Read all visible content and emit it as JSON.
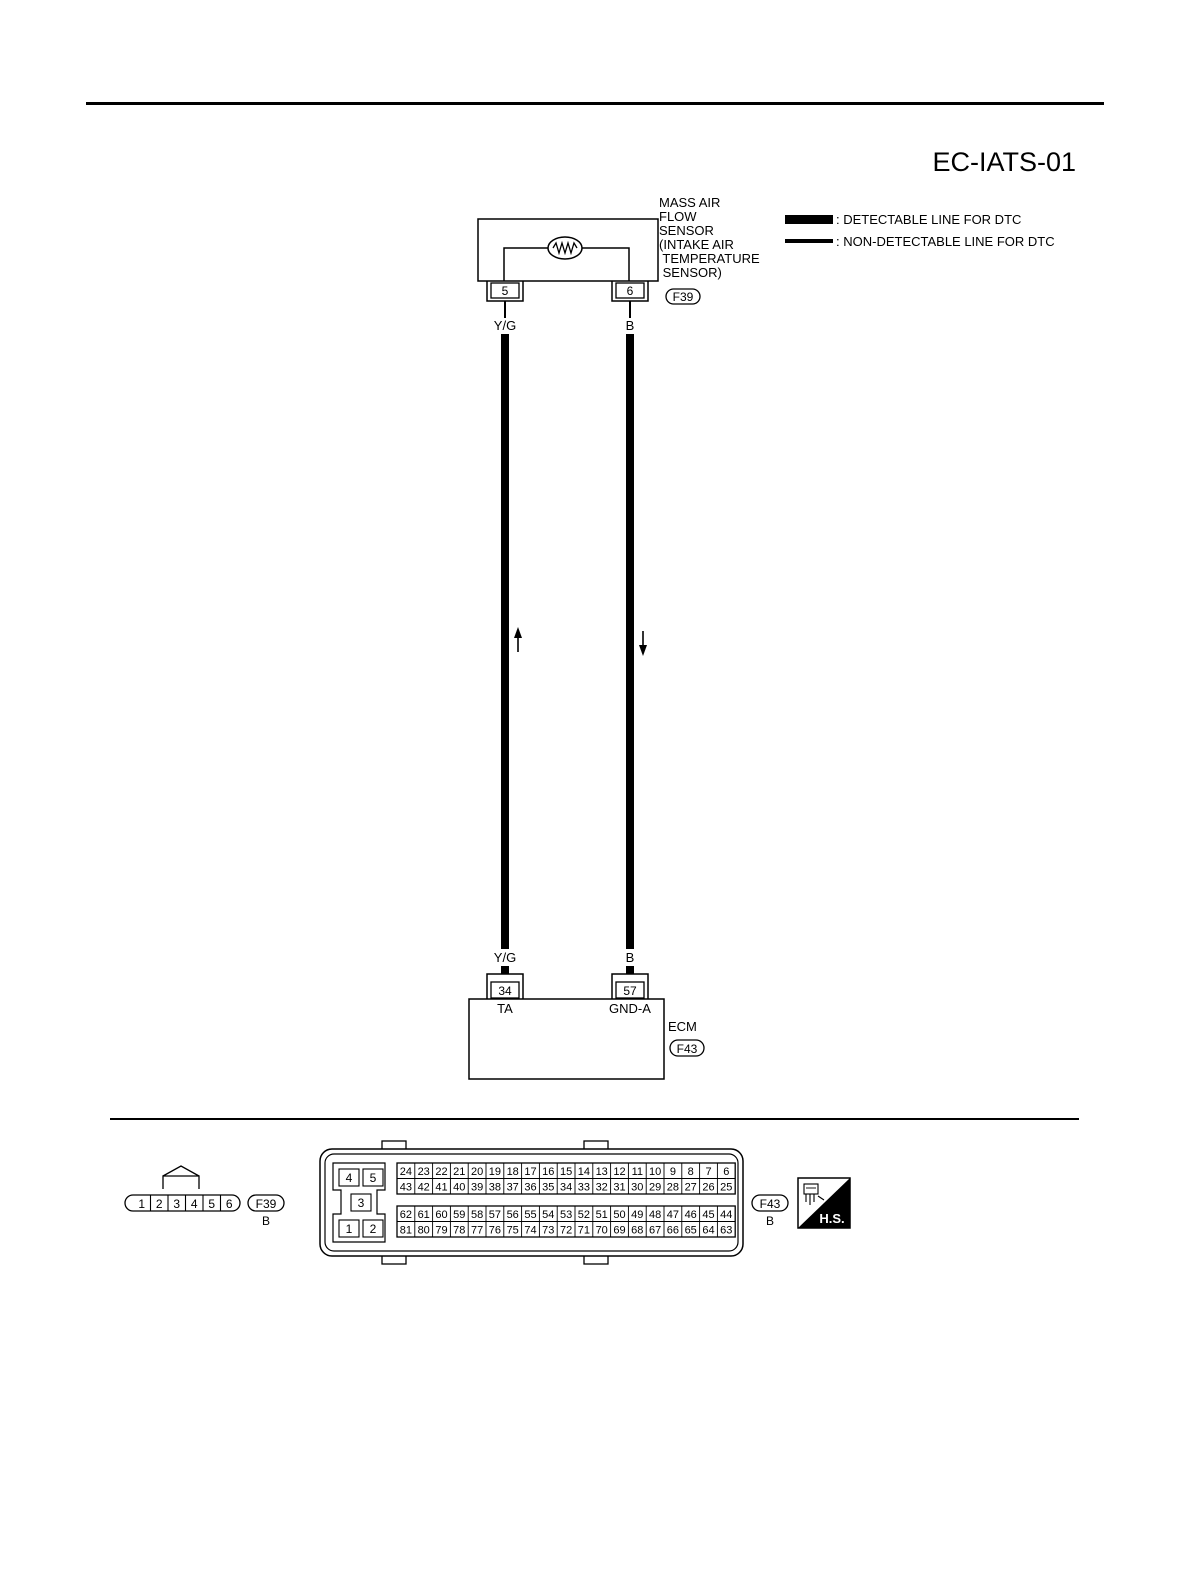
{
  "diagram_id": "EC-IATS-01",
  "legend": {
    "detectable": ": DETECTABLE LINE FOR DTC",
    "non_detectable": ": NON-DETECTABLE LINE FOR DTC"
  },
  "sensor": {
    "name_lines": [
      "MASS AIR",
      "FLOW",
      "SENSOR",
      "(INTAKE AIR",
      " TEMPERATURE",
      " SENSOR)"
    ],
    "connector": "F39",
    "pins": [
      "5",
      "6"
    ]
  },
  "wires": [
    {
      "color": "Y/G",
      "from": "5",
      "to": "34",
      "direction": "up"
    },
    {
      "color": "B",
      "from": "6",
      "to": "57",
      "direction": "down"
    }
  ],
  "ecm": {
    "name": "ECM",
    "connector": "F43",
    "pins": [
      "34",
      "57"
    ],
    "terminal_labels": [
      "TA",
      "GND-A"
    ]
  },
  "connector_views": {
    "f39": {
      "id": "F39",
      "color": "B",
      "pins": [
        "1",
        "2",
        "3",
        "4",
        "5",
        "6"
      ]
    },
    "f43": {
      "id": "F43",
      "color": "B",
      "small_block": [
        "4",
        "5",
        "3",
        "1",
        "2"
      ],
      "row1": [
        "24",
        "23",
        "22",
        "21",
        "20",
        "19",
        "18",
        "17",
        "16",
        "15",
        "14",
        "13",
        "12",
        "11",
        "10",
        "9",
        "8",
        "7",
        "6"
      ],
      "row2": [
        "43",
        "42",
        "41",
        "40",
        "39",
        "38",
        "37",
        "36",
        "35",
        "34",
        "33",
        "32",
        "31",
        "30",
        "29",
        "28",
        "27",
        "26",
        "25"
      ],
      "row3": [
        "62",
        "61",
        "60",
        "59",
        "58",
        "57",
        "56",
        "55",
        "54",
        "53",
        "52",
        "51",
        "50",
        "49",
        "48",
        "47",
        "46",
        "45",
        "44"
      ],
      "row4": [
        "81",
        "80",
        "79",
        "78",
        "77",
        "76",
        "75",
        "74",
        "73",
        "72",
        "71",
        "70",
        "69",
        "68",
        "67",
        "66",
        "65",
        "64",
        "63"
      ]
    }
  },
  "badge": {
    "text": "H.S."
  }
}
